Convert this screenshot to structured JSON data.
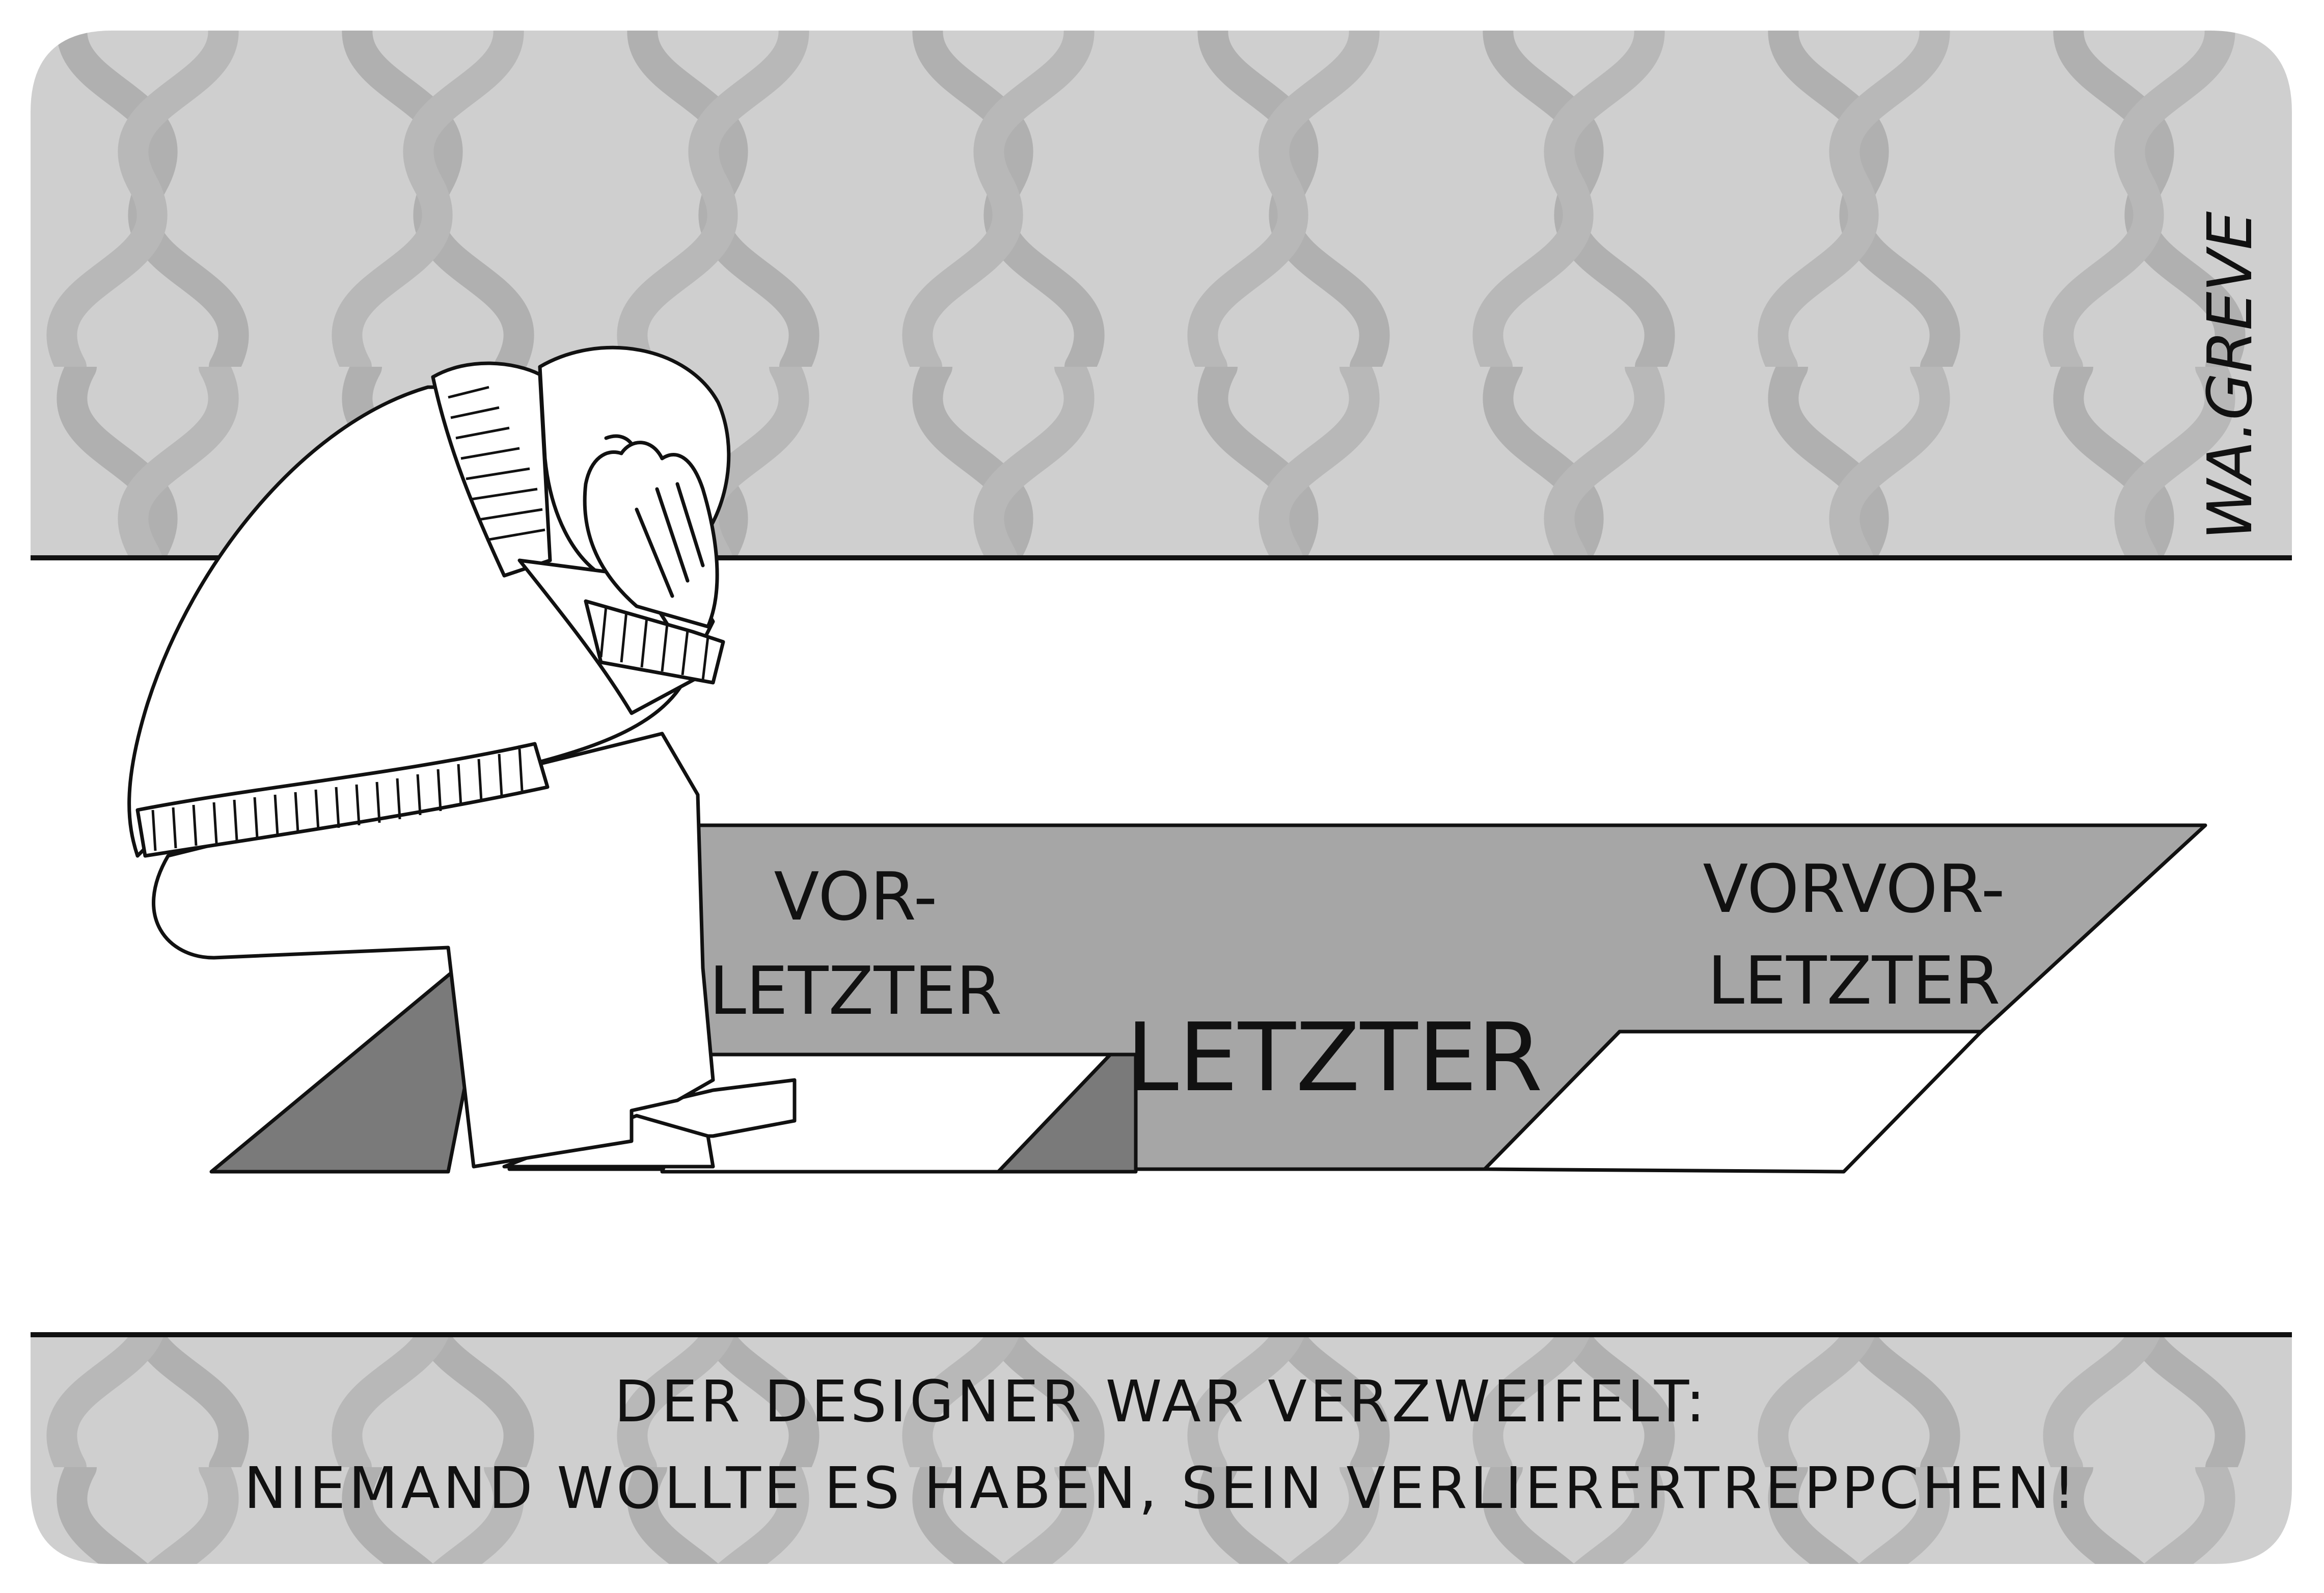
{
  "cartoon": {
    "steps": {
      "second_last": [
        "VOR-",
        "LETZTER"
      ],
      "last": "LETZTER",
      "third_last": [
        "VORVOR-",
        "LETZTER"
      ]
    },
    "signature": "WA.GREVE",
    "caption": [
      "DER DESIGNER WAR VERZWEIFELT:",
      "NIEMAND WOLLTE ES HABEN, SEIN VERLIERERTREPPCHEN!"
    ]
  },
  "colors": {
    "background": "#ffffff",
    "wallpaper": "#cfcfcf",
    "wallpaper_pattern": "#b3b3b3",
    "podium_top": "#a6a6a6",
    "podium_shadow": "#7a7a7a",
    "ink": "#111111"
  }
}
